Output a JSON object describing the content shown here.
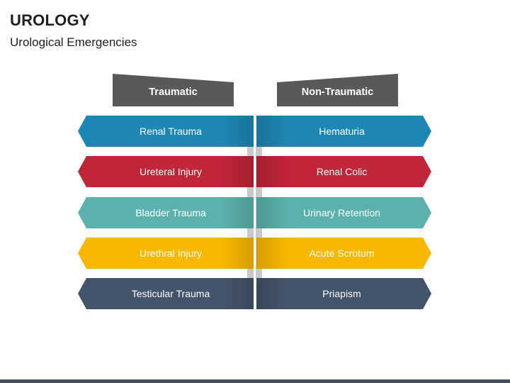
{
  "title": "UROLOGY",
  "subtitle": "Urological Emergencies",
  "headers": {
    "left": "Traumatic",
    "right": "Non-Traumatic"
  },
  "rows": [
    {
      "left": "Renal Trauma",
      "right": "Hematuria",
      "color": "#1e86b4"
    },
    {
      "left": "Ureteral Injury",
      "right": "Renal Colic",
      "color": "#c0253a"
    },
    {
      "left": "Bladder Trauma",
      "right": "Urinary Retention",
      "color": "#5bb1ac"
    },
    {
      "left": "Urethral Injury",
      "right": "Acute Scrotum",
      "color": "#f8b800"
    },
    {
      "left": "Testicular Trauma",
      "right": "Priapism",
      "color": "#44546a"
    }
  ],
  "colors": {
    "header": "#595959",
    "spine": "#c9c9c9",
    "bottom_bar": "#3f4f5f"
  }
}
